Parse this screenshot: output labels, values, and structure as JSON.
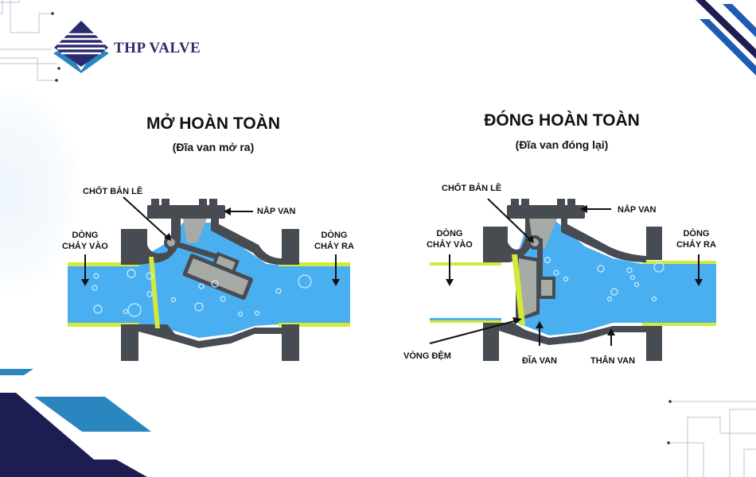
{
  "brand": {
    "name": "THP VALVE",
    "colors": {
      "navy": "#2a2b6e",
      "blue": "#2b86c0"
    }
  },
  "panels": [
    {
      "id": "open",
      "title": "MỞ HOÀN TOÀN",
      "subtitle": "(Đĩa van mở ra)",
      "labels": {
        "hinge_pin": "CHỐT BẢN LỀ",
        "cover": "NẮP VAN",
        "inflow": "DÒNG\nCHẢY VÀO",
        "inflow_line1": "DÒNG",
        "inflow_line2": "CHẢY VÀO",
        "outflow_line1": "DÒNG",
        "outflow_line2": "CHẢY RA"
      }
    },
    {
      "id": "closed",
      "title": "ĐÓNG HOÀN TOÀN",
      "subtitle": "(Đĩa van đóng lại)",
      "labels": {
        "hinge_pin": "CHỐT BẢN LỀ",
        "cover": "NẮP VAN",
        "inflow_line1": "DÒNG",
        "inflow_line2": "CHẢY VÀO",
        "outflow_line1": "DÒNG",
        "outflow_line2": "CHẢY RA",
        "seal_ring": "VÒNG ĐỆM",
        "disc": "ĐĨA VAN",
        "body": "THÂN VAN"
      }
    }
  ],
  "colors": {
    "water": "#4aaff0",
    "body": "#474b52",
    "seal": "#d4ea3a",
    "disc": "#a7aba6",
    "decor_navy": "#1e1d52",
    "decor_blue": "#2b86c0"
  }
}
